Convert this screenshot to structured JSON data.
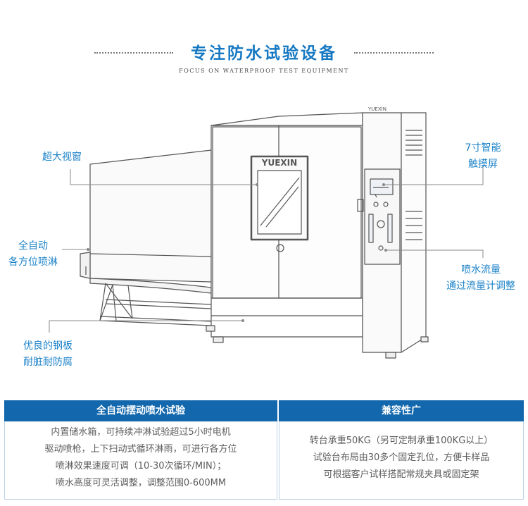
{
  "header": {
    "title": "专注防水试验设备",
    "subtitle": "FOCUS ON WATERPROOF TEST EQUIPMENT"
  },
  "machine": {
    "window_brand": "YUEXIN",
    "panel_brand": "YUEXIN"
  },
  "callouts": {
    "window": "超大视窗",
    "auto_line1": "全自动",
    "auto_line2": "各方位喷淋",
    "steel_line1": "优良的钢板",
    "steel_line2": "耐脏耐防腐",
    "screen_line1": "7寸智能",
    "screen_line2": "触摸屏",
    "flow_line1": "喷水流量",
    "flow_line2": "通过流量计调整"
  },
  "table": {
    "col1_header": "全自动摆动喷水试验",
    "col2_header": "兼容性广",
    "col1_lines": [
      "内置储水箱，可持续冲淋试验超过5小时电机",
      "驱动喷枪，上下扫动式循环淋雨，可进行各方位",
      "喷淋效果速度可调（10-30次循环/MIN）；",
      "喷水高度可灵活调整，调整范围0-600MM"
    ],
    "col2_lines": [
      "转台承重50KG（另可定制承重100KG以上）",
      "试验台布局由30多个固定孔位，方便卡样品",
      "可根据客户试样搭配常规夹具或固定架"
    ]
  },
  "colors": {
    "accent": "#1678c2",
    "callout": "#1b82c9",
    "table_header": "#1368ad"
  }
}
